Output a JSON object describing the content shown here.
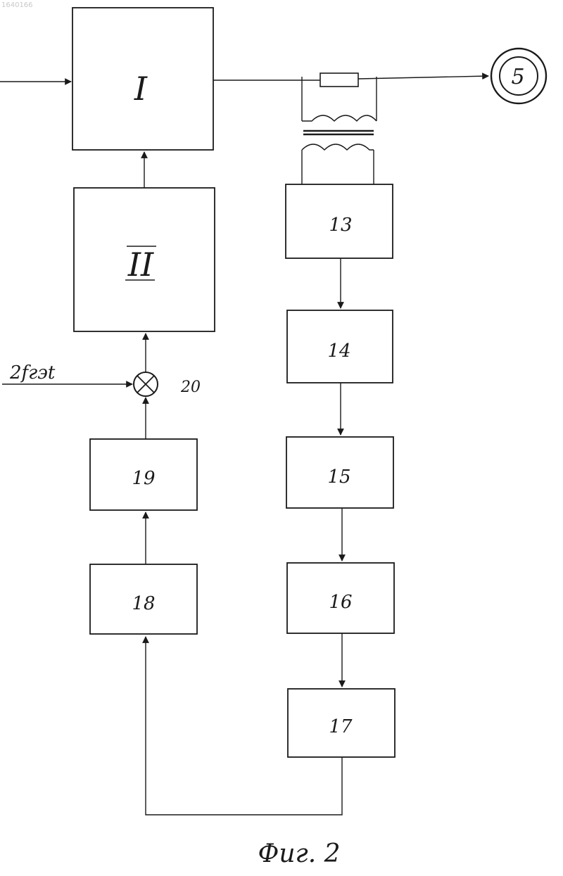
{
  "corner_id": "1640166",
  "blocks": {
    "b1": "I",
    "b2": "II",
    "b13": "13",
    "b14": "14",
    "b15": "15",
    "b16": "16",
    "b17": "17",
    "b18": "18",
    "b19": "19"
  },
  "mixer_label": "20",
  "input_label": "2fгэt",
  "output_label": "5",
  "caption": "Фиг. 2"
}
